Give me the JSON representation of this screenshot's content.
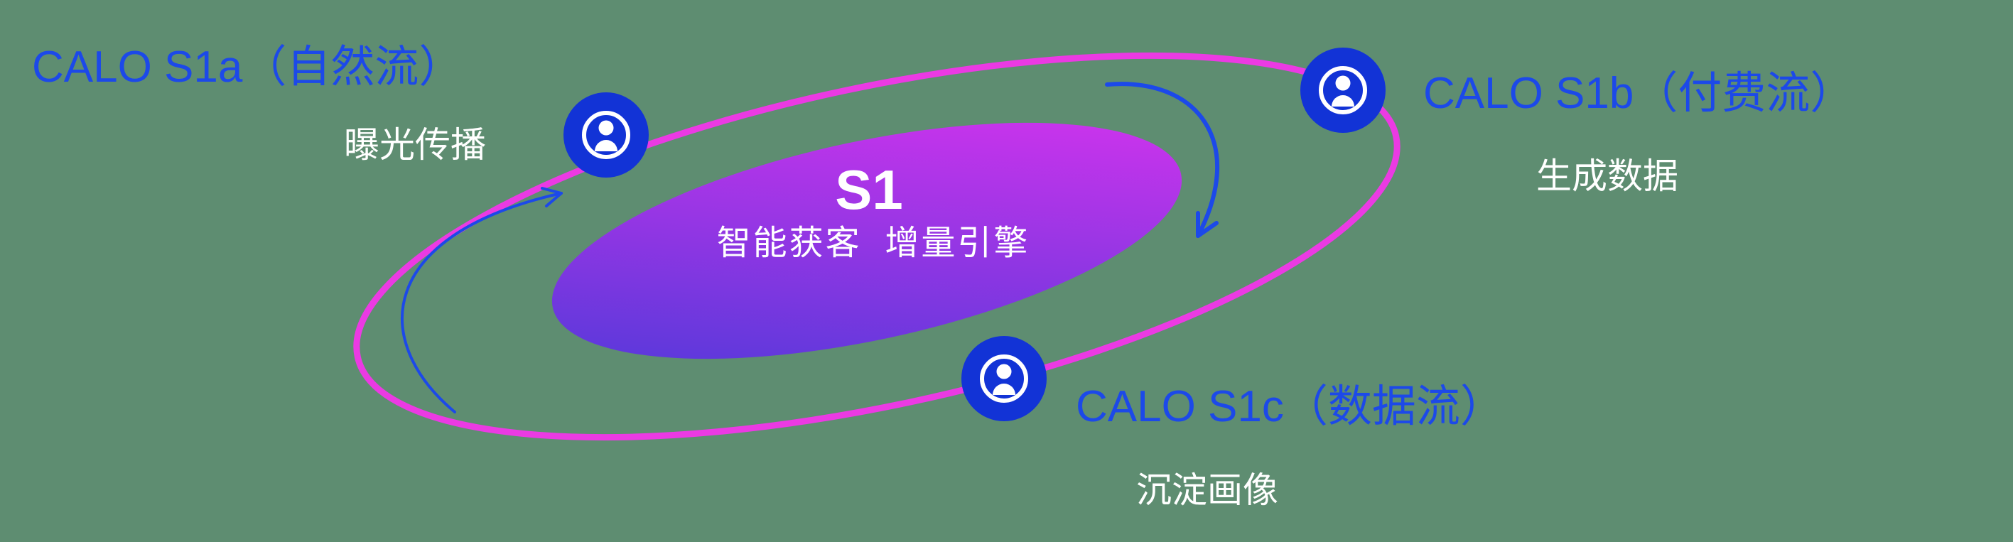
{
  "colors": {
    "background": "#5E8D71",
    "ring": "#EB3AE3",
    "grad_start": "#4A39D8",
    "grad_end": "#DD33EF",
    "node": "#1233D6",
    "icon": "#FFFFFF",
    "arrow": "#1C49E9",
    "label_blue": "#1C49E9",
    "label_white": "#FFFFFF",
    "core_text": "#FFFFFF"
  },
  "core": {
    "title": "S1",
    "subtitle": "智能获客  增量引擎"
  },
  "nodes": {
    "s1a": {
      "label": "CALO S1a（自然流）",
      "sublabel": "曝光传播"
    },
    "s1b": {
      "label": "CALO S1b（付费流）",
      "sublabel": "生成数据"
    },
    "s1c": {
      "label": "CALO S1c（数据流）",
      "sublabel": "沉淀画像"
    }
  }
}
